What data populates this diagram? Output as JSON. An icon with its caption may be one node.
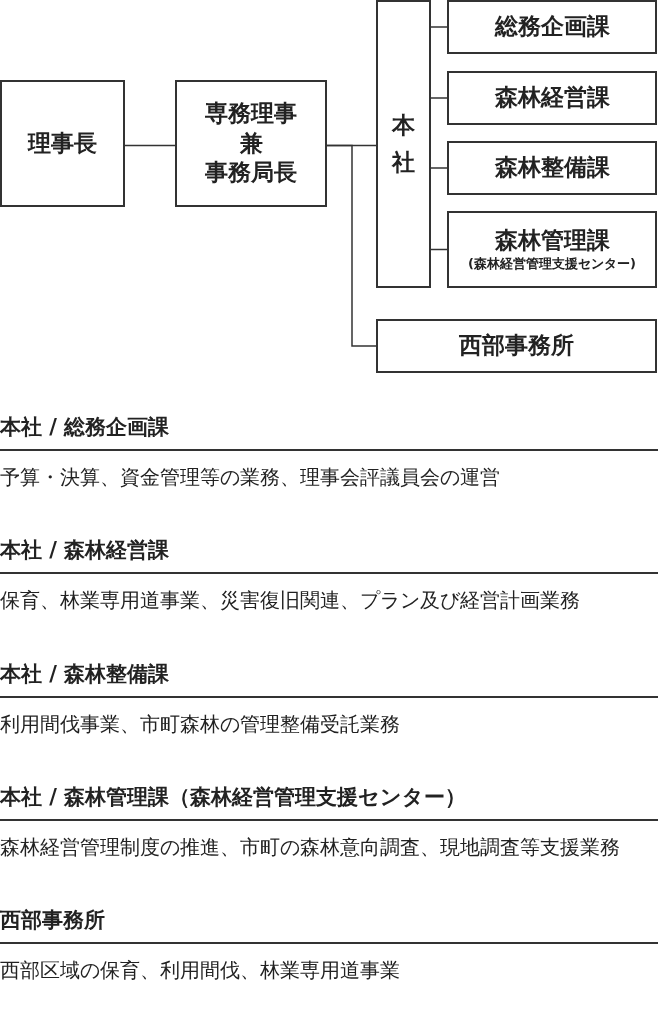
{
  "diagram": {
    "nodes": [
      {
        "text": [
          "理事長"
        ]
      },
      {
        "text": [
          "専務理事",
          "兼",
          "事務局長"
        ]
      },
      {
        "text": [
          "本社"
        ]
      },
      {
        "text": [
          "総務企画課"
        ]
      },
      {
        "text": [
          "森林経営課"
        ]
      },
      {
        "text": [
          "森林整備課"
        ]
      },
      {
        "text": [
          "森林管理課",
          "(森林経営管理支援センター)"
        ]
      },
      {
        "text": [
          "西部事務所"
        ]
      }
    ],
    "edges": [
      {
        "from": 0,
        "to": 1,
        "arrow": "none"
      },
      {
        "from": 1,
        "to": 2,
        "arrow": "none"
      },
      {
        "from": 1,
        "to": 7,
        "arrow": "none"
      },
      {
        "from": 2,
        "to": 3,
        "arrow": "none"
      },
      {
        "from": 2,
        "to": 4,
        "arrow": "none"
      },
      {
        "from": 2,
        "to": 5,
        "arrow": "none"
      },
      {
        "from": 2,
        "to": 6,
        "arrow": "none"
      }
    ],
    "labels": [
      "本社 / 総務企画課",
      "予算・決算、資金管理等の業務、理事会評議員会の運営",
      "本社 / 森林経営課",
      "保育、林業専用道事業、災害復旧関連、プラン及び経営計画業務",
      "本社 / 森林整備課",
      "利用間伐事業、市町森林の管理整備受託業務",
      "本社 / 森林管理課（森林経営管理支援センター）",
      "森林経営管理制度の推進、市町の森林意向調査、現地調査等支援業務",
      "西部事務所",
      "西部区域の保育、利用間伐、林業専用道事業"
    ]
  }
}
